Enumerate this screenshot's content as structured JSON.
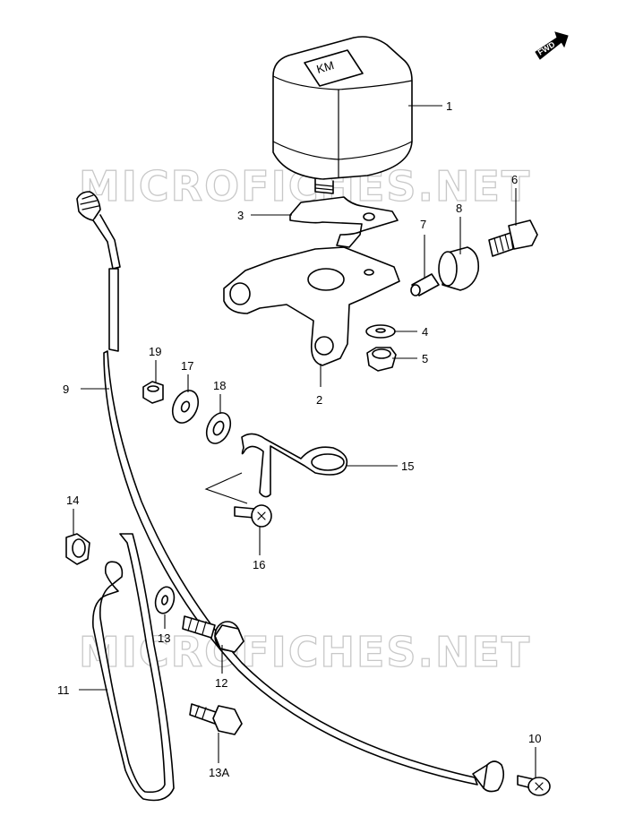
{
  "watermark": "MICROFICHES.NET",
  "fwd_badge": "FWD",
  "speedo_face_text": "KM",
  "callouts": {
    "c1": "1",
    "c2": "2",
    "c3": "3",
    "c4": "4",
    "c5": "5",
    "c6": "6",
    "c7": "7",
    "c8": "8",
    "c9": "9",
    "c10": "10",
    "c11": "11",
    "c12": "12",
    "c13": "13",
    "c13a": "13A",
    "c14": "14",
    "c15": "15",
    "c16": "16",
    "c17": "17",
    "c18": "18",
    "c19": "19"
  }
}
